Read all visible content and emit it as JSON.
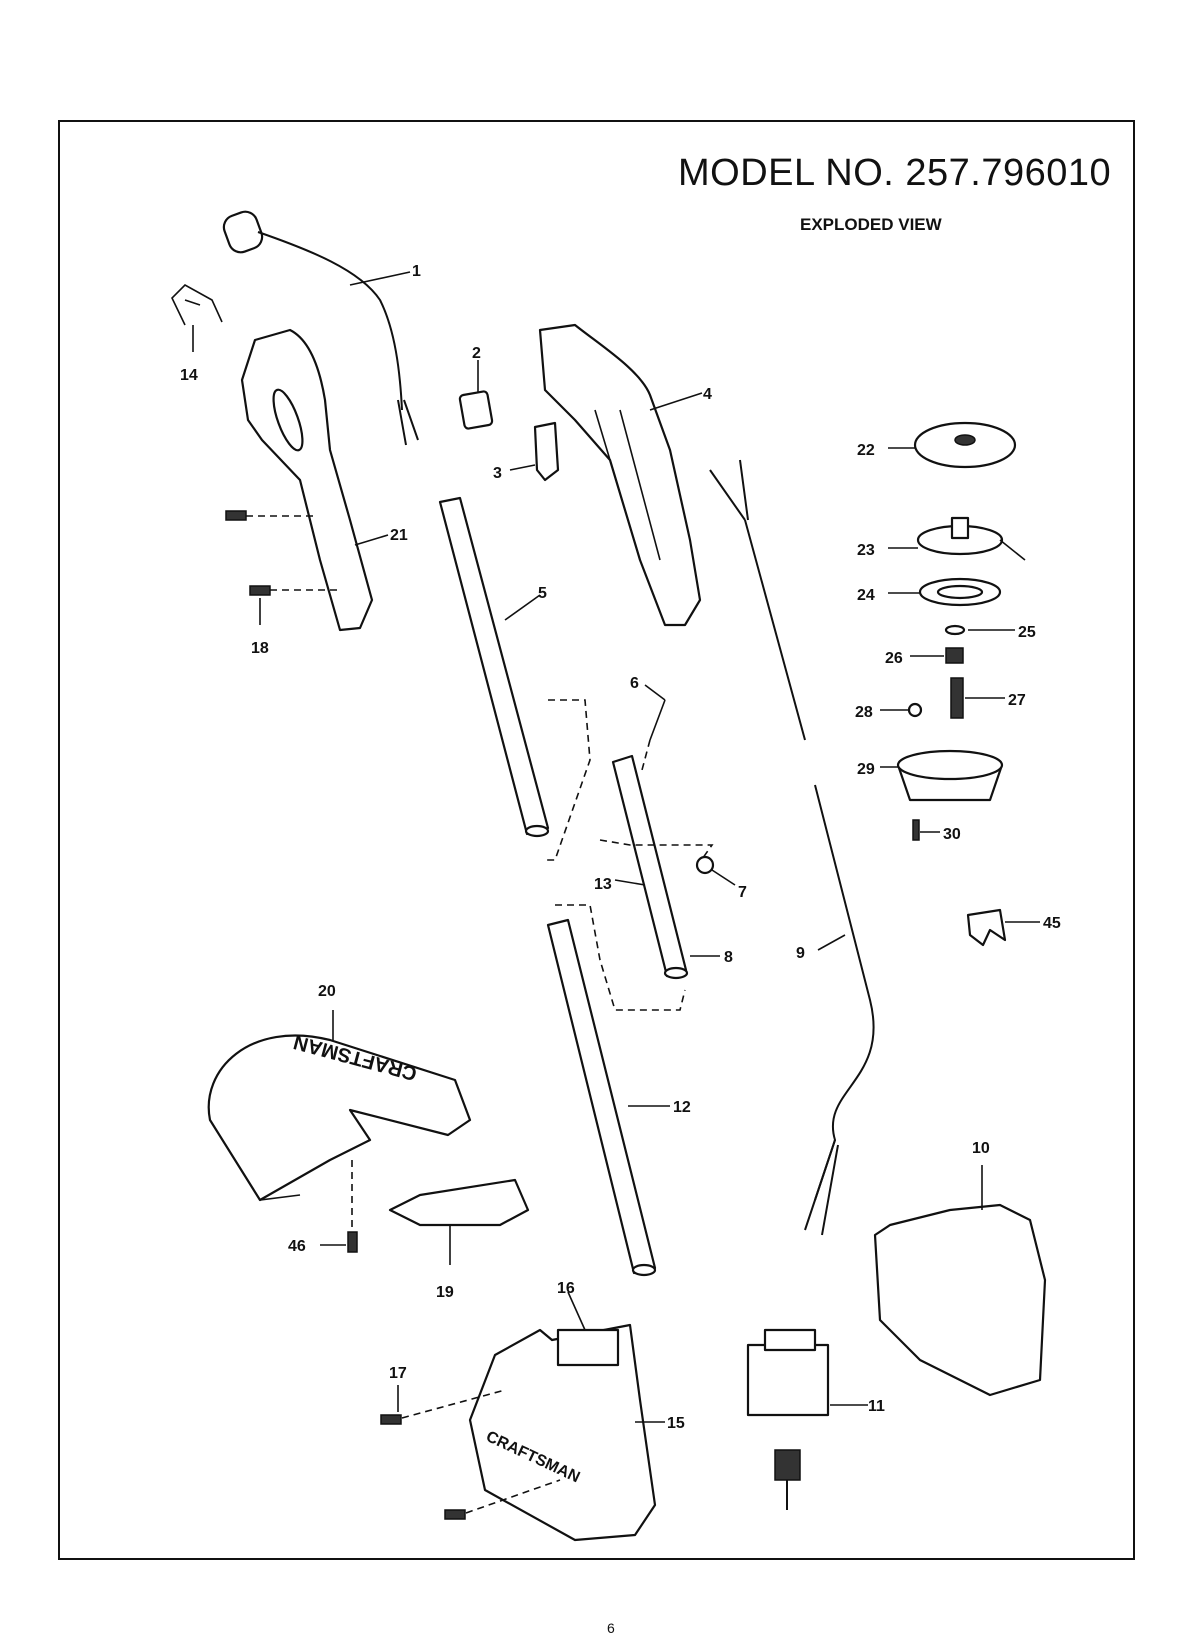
{
  "header": {
    "title": "MODEL NO. 257.796010",
    "subtitle": "EXPLODED VIEW"
  },
  "footer": {
    "page_number": "6"
  },
  "brand_text": "CRAFTSMAN",
  "labels": {
    "p1": "1",
    "p2": "2",
    "p3": "3",
    "p4": "4",
    "p5": "5",
    "p6": "6",
    "p7": "7",
    "p8": "8",
    "p9": "9",
    "p10": "10",
    "p11": "11",
    "p12": "12",
    "p13": "13",
    "p14": "14",
    "p15": "15",
    "p16": "16",
    "p17": "17",
    "p18": "18",
    "p19": "19",
    "p20": "20",
    "p21": "21",
    "p22": "22",
    "p23": "23",
    "p24": "24",
    "p25": "25",
    "p26": "26",
    "p27": "27",
    "p28": "28",
    "p29": "29",
    "p30": "30",
    "p45": "45",
    "p46": "46"
  }
}
